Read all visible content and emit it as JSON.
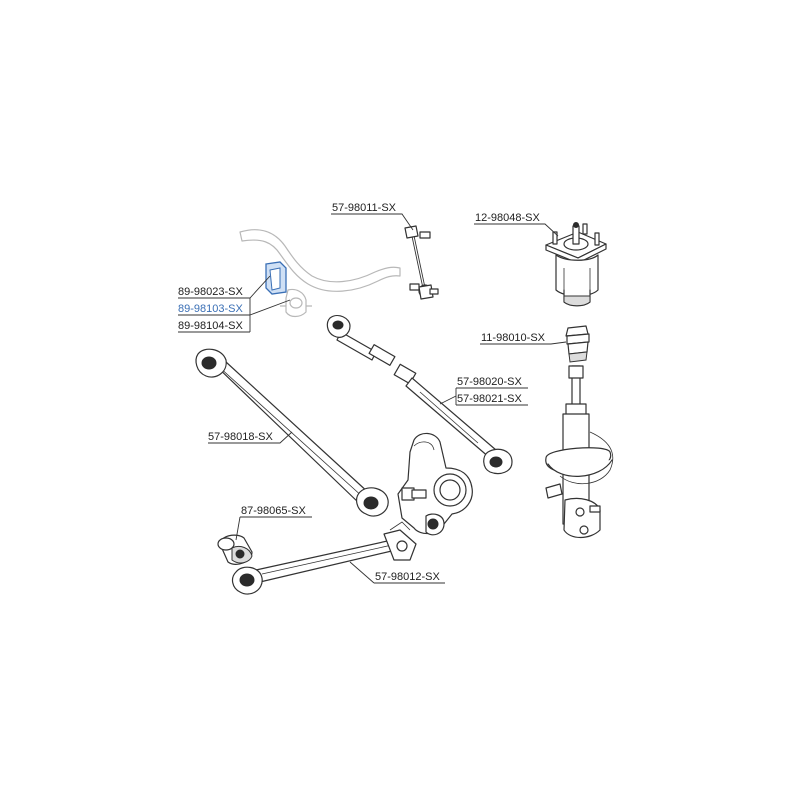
{
  "colors": {
    "line": "#333333",
    "ghost": "#b8b8b8",
    "highlight": "#3a6fb5",
    "highlight_fill": "#cfe0f5"
  },
  "labels": {
    "stab_link": "57-98011-SX",
    "strut_mount": "12-98048-SX",
    "bushing_a": "89-98023-SX",
    "bushing_b": "89-98103-SX",
    "bushing_c": "89-98104-SX",
    "bump_stop": "11-98010-SX",
    "toe_arm_a": "57-98020-SX",
    "toe_arm_b": "57-98021-SX",
    "trailing_arm": "57-98018-SX",
    "arm_bushing": "87-98065-SX",
    "lower_arm": "57-98012-SX"
  }
}
